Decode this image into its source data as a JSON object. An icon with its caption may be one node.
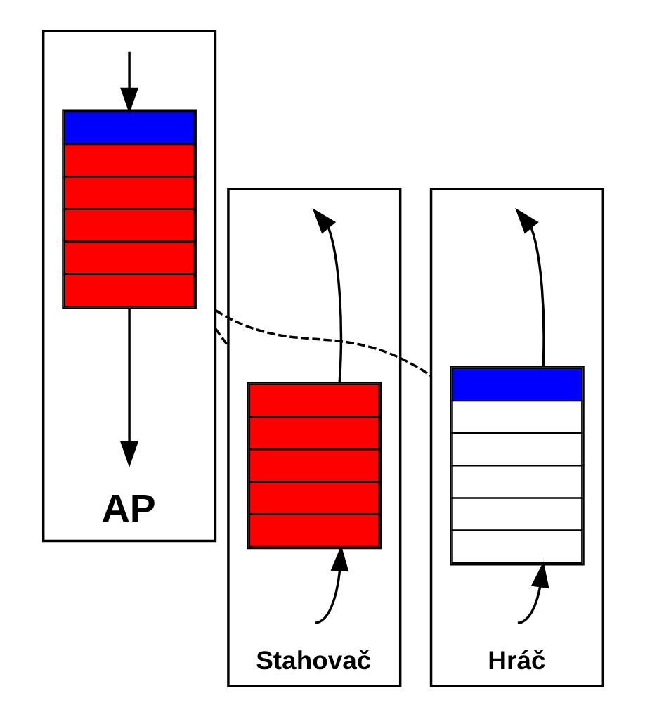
{
  "diagram": {
    "nodes": [
      {
        "text": [
          "AP"
        ]
      },
      {
        "text": [],
        "shape": "bar",
        "in": 0
      },
      {
        "text": [
          "Stahovač"
        ]
      },
      {
        "text": [],
        "shape": "bar",
        "in": 2
      },
      {
        "text": [
          "Hráč"
        ]
      },
      {
        "text": [],
        "shape": "bar",
        "in": 4
      }
    ],
    "edges": [
      {
        "from": 1,
        "to": null,
        "arrow": "to"
      },
      {
        "from": null,
        "to": 1,
        "arrow": "to"
      },
      {
        "from": 0,
        "to": 2,
        "arrow": "none",
        "style": "dashed"
      },
      {
        "from": 0,
        "to": 4,
        "arrow": "none",
        "style": "dashed"
      },
      {
        "from": 3,
        "to": null,
        "arrow": "to"
      },
      {
        "from": null,
        "to": 3,
        "arrow": "to"
      },
      {
        "from": 5,
        "to": null,
        "arrow": "to"
      },
      {
        "from": null,
        "to": 5,
        "arrow": "to"
      }
    ]
  }
}
